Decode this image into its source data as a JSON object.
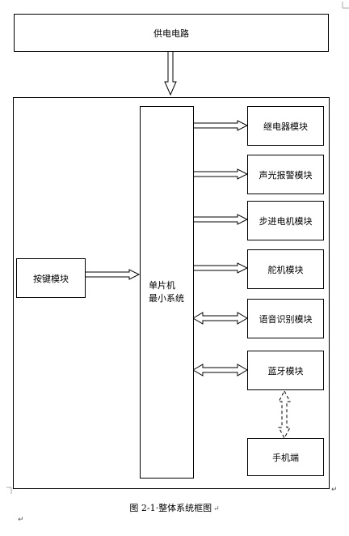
{
  "blocks": {
    "power": "供电电路",
    "mcu_line1": "单片机",
    "mcu_line2": "最小系统",
    "keypad": "按键模块",
    "relay": "继电器模块",
    "alarm": "声光报警模块",
    "stepper": "步进电机模块",
    "servo": "舵机模块",
    "voice": "语音识别模块",
    "bluetooth": "蓝牙模块",
    "phone": "手机端"
  },
  "caption": "图 2-1·整体系统框图",
  "marks": {
    "caption_end": "↵",
    "bottom_left": "↵",
    "right_corner": "↵"
  }
}
